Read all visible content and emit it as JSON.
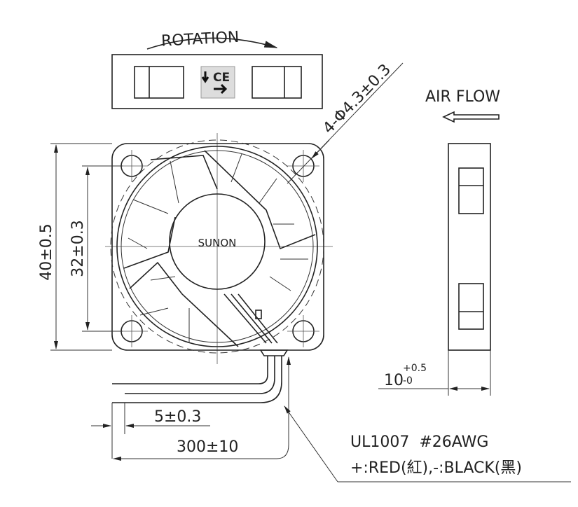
{
  "top_view": {
    "rotation_label": "ROTATION",
    "logo": "CE"
  },
  "front_view": {
    "brand": "SUNON"
  },
  "side_view": {
    "airflow_label": "AIR FLOW"
  },
  "dimensions": {
    "height_outer": "40±0.5",
    "hole_pitch": "32±0.3",
    "holes": "4-Φ4.3±0.3",
    "depth_main": "10",
    "depth_tol_plus": "+0.5",
    "depth_tol_minus": "-0",
    "strip_length": "5±0.3",
    "lead_length": "300±10"
  },
  "wire_note": {
    "line1": "UL1007  #26AWG",
    "line2": "+:RED(紅),-:BLACK(黑)"
  }
}
